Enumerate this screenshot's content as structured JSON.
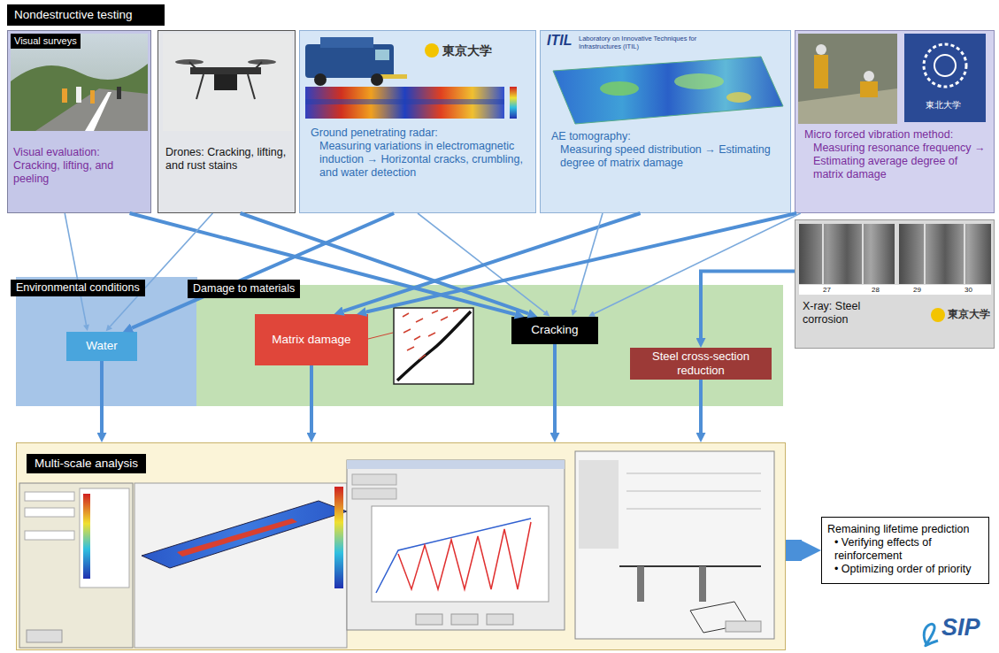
{
  "diagram": {
    "nodes": [
      {
        "text": [
          "Nondestructive testing"
        ]
      },
      {
        "text": [
          "Visual surveys",
          "Visual evaluation: Cracking, lifting, and peeling"
        ]
      },
      {
        "text": [
          "Drones: Cracking, lifting, and rust stains"
        ]
      },
      {
        "text": [
          "Ground penetrating radar:",
          "Measuring variations in electromagnetic induction → Horizontal cracks, crumbling, and water detection"
        ]
      },
      {
        "text": [
          "AE tomography:",
          "Measuring speed distribution → Estimating degree of matrix damage"
        ]
      },
      {
        "text": [
          "Micro forced vibration method:",
          "Measuring resonance frequency → Estimating average degree of matrix damage"
        ]
      },
      {
        "text": [
          "X-ray: Steel corrosion"
        ]
      },
      {
        "text": [
          "Environmental conditions"
        ]
      },
      {
        "text": [
          "Water"
        ],
        "in": 7
      },
      {
        "text": [
          "Damage to materials"
        ]
      },
      {
        "text": [
          "Matrix damage"
        ],
        "in": 9
      },
      {
        "text": [
          "Cracking"
        ],
        "in": 9
      },
      {
        "text": [
          "Steel cross-section reduction"
        ],
        "in": 9
      },
      {
        "text": [
          "Multi-scale analysis"
        ]
      },
      {
        "text": [
          "Remaining lifetime prediction",
          "• Verifying effects of reinforcement",
          "• Optimizing order of priority"
        ]
      }
    ],
    "edges": [
      {
        "from": 1,
        "to": 8,
        "arrow": "to"
      },
      {
        "from": 1,
        "to": 11,
        "arrow": "to"
      },
      {
        "from": 2,
        "to": 8,
        "arrow": "to"
      },
      {
        "from": 2,
        "to": 11,
        "arrow": "to"
      },
      {
        "from": 3,
        "to": 8,
        "arrow": "to"
      },
      {
        "from": 3,
        "to": 11,
        "arrow": "to"
      },
      {
        "from": 4,
        "to": 10,
        "arrow": "to"
      },
      {
        "from": 4,
        "to": 11,
        "arrow": "to"
      },
      {
        "from": 5,
        "to": 10,
        "arrow": "to"
      },
      {
        "from": 5,
        "to": 11,
        "arrow": "to"
      },
      {
        "from": 6,
        "to": 12,
        "arrow": "to"
      },
      {
        "from": 8,
        "to": 13,
        "arrow": "to"
      },
      {
        "from": 10,
        "to": 13,
        "arrow": "to"
      },
      {
        "from": 11,
        "to": 13,
        "arrow": "to"
      },
      {
        "from": 12,
        "to": 13,
        "arrow": "to"
      },
      {
        "from": 13,
        "to": 14,
        "arrow": "to"
      }
    ],
    "labels": [
      "東京大学",
      "ITIL",
      "Laboratory on Innovative Techniques for Infrastructures (ITIL)",
      "東北大学",
      "27",
      "28",
      "29",
      "30",
      "東京大学",
      "SIP"
    ]
  }
}
